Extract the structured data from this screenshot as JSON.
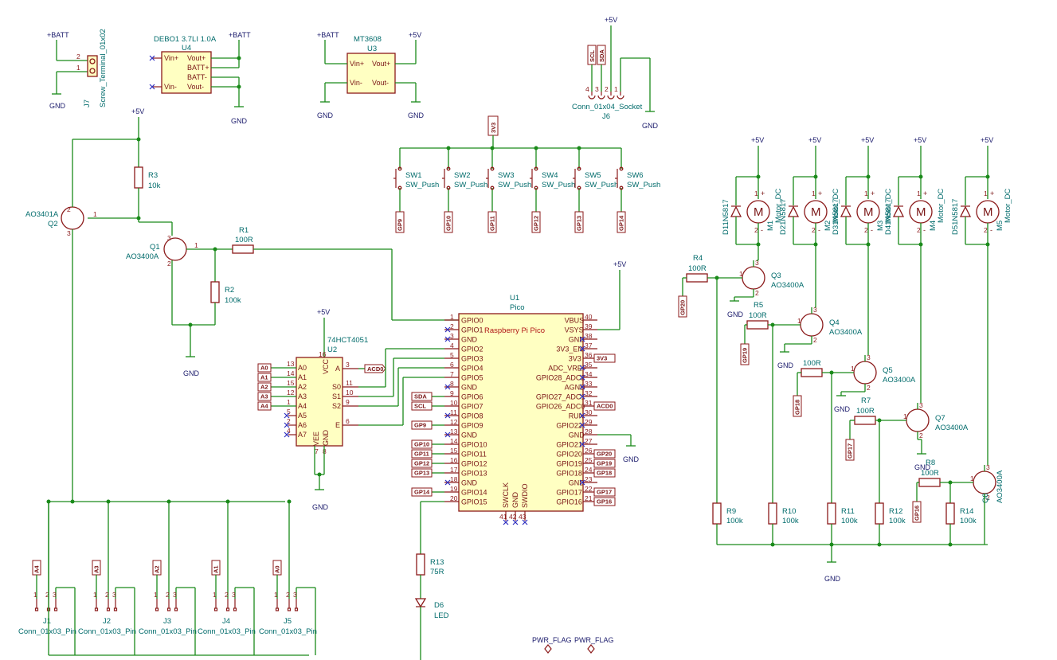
{
  "power": {
    "batt": "+BATT",
    "gnd": "GND",
    "v5": "+5V",
    "pwr_flag": "PWR_FLAG"
  },
  "u4": {
    "ref": "U4",
    "value": "DEBO1 3.7LI 1.0A",
    "pins": [
      "Vin+",
      "Vout+",
      "BATT+",
      "BATT-",
      "Vin-",
      "Vout-"
    ]
  },
  "u3": {
    "ref": "U3",
    "value": "MT3608",
    "pins": [
      "Vin+",
      "Vout+",
      "Vin-",
      "Vout-"
    ]
  },
  "j7": {
    "ref": "J7",
    "value": "Screw_Terminal_01x02",
    "pins": [
      "2",
      "1"
    ]
  },
  "j6": {
    "ref": "J6",
    "value": "Conn_01x04_Socket",
    "labels": [
      "SCL",
      "SDA"
    ],
    "pins": [
      "4",
      "3",
      "2",
      "1"
    ]
  },
  "q2": {
    "ref": "Q2",
    "value": "AO3401A"
  },
  "q1": {
    "ref": "Q1",
    "value": "AO3400A"
  },
  "r3": {
    "ref": "R3",
    "value": "10k"
  },
  "r1": {
    "ref": "R1",
    "value": "100R"
  },
  "r2": {
    "ref": "R2",
    "value": "100k"
  },
  "r13": {
    "ref": "R13",
    "value": "75R"
  },
  "d6": {
    "ref": "D6",
    "value": "LED"
  },
  "switches": [
    {
      "ref": "SW1",
      "value": "SW_Push",
      "net": "GP9"
    },
    {
      "ref": "SW2",
      "value": "SW_Push",
      "net": "GP10"
    },
    {
      "ref": "SW3",
      "value": "SW_Push",
      "net": "GP11"
    },
    {
      "ref": "SW4",
      "value": "SW_Push",
      "net": "GP12"
    },
    {
      "ref": "SW5",
      "value": "SW_Push",
      "net": "GP13"
    },
    {
      "ref": "SW6",
      "value": "SW_Push",
      "net": "GP14"
    }
  ],
  "sw_net": "3V3",
  "u2": {
    "ref": "U2",
    "value": "74HCT4051",
    "inputs": [
      "A0",
      "A1",
      "A2",
      "A3",
      "A4",
      "A5",
      "A6",
      "A7"
    ],
    "input_nums": [
      "13",
      "14",
      "15",
      "12",
      "1",
      "5",
      "2",
      "4"
    ],
    "labels": [
      "A0",
      "A1",
      "A2",
      "A3",
      "A4"
    ],
    "vcc": "VCC",
    "vee": "VEE",
    "gnd": "GND",
    "right": [
      "A",
      "S0",
      "S1",
      "S2",
      "E"
    ],
    "right_nums": [
      "3",
      "11",
      "10",
      "9",
      "6"
    ],
    "vcc_num": "16",
    "vee_num": "7",
    "gnd_num": "8",
    "out_label": "ACD0"
  },
  "u1": {
    "ref": "U1",
    "value": "Pico",
    "title": "Raspberry Pi Pico",
    "left": [
      "GPIO0",
      "GPIO1",
      "GND",
      "GPIO2",
      "GPIO3",
      "GPIO4",
      "GPIO5",
      "GND",
      "GPIO6",
      "GPIO7",
      "GPIO8",
      "GPIO9",
      "GND",
      "GPIO10",
      "GPIO11",
      "GPIO12",
      "GPIO13",
      "GND",
      "GPIO14",
      "GPIO15"
    ],
    "left_nums": [
      "1",
      "2",
      "3",
      "4",
      "5",
      "6",
      "7",
      "8",
      "9",
      "10",
      "11",
      "12",
      "13",
      "14",
      "15",
      "16",
      "17",
      "18",
      "19",
      "20"
    ],
    "right": [
      "VBUS",
      "VSYS",
      "GND",
      "3V3_EN",
      "3V3",
      "ADC_VREF",
      "GPIO28_ADC2",
      "AGND",
      "GPIO27_ADC1",
      "GPIO26_ADC0",
      "RUN",
      "GPIO22",
      "GND",
      "GPIO21",
      "GPIO20",
      "GPIO19",
      "GPIO18",
      "GND",
      "GPIO17",
      "GPIO16"
    ],
    "right_nums": [
      "40",
      "39",
      "38",
      "37",
      "36",
      "35",
      "34",
      "33",
      "32",
      "31",
      "30",
      "29",
      "28",
      "27",
      "26",
      "25",
      "24",
      "23",
      "22",
      "21"
    ],
    "bottom": [
      "SWCLK",
      "GND",
      "SWDIO"
    ],
    "bottom_nums": [
      "41",
      "42",
      "43"
    ],
    "net_left": [
      "SDA",
      "SCL",
      "GP9",
      "GP10",
      "GP11",
      "GP12",
      "GP13",
      "GP14"
    ],
    "net_right": [
      "3V3",
      "ACD0",
      "GP20",
      "GP19",
      "GP18",
      "GP17",
      "GP16"
    ]
  },
  "motors": [
    {
      "diode": "D1",
      "diode_val": "1N5817",
      "motor": "M1",
      "motor_val": "Motor_DC"
    },
    {
      "diode": "D2",
      "diode_val": "1N5817",
      "motor": "M2",
      "motor_val": "Motor_DC"
    },
    {
      "diode": "D3",
      "diode_val": "1N5817",
      "motor": "M3",
      "motor_val": "Motor_DC"
    },
    {
      "diode": "D4",
      "diode_val": "1N5817",
      "motor": "M4",
      "motor_val": "Motor_DC"
    },
    {
      "diode": "D5",
      "diode_val": "1N5817",
      "motor": "M5",
      "motor_val": "Motor_DC"
    }
  ],
  "drivers": [
    {
      "q": "Q3",
      "q_val": "AO3400A",
      "r": "R4",
      "r_val": "100R",
      "net": "GP20",
      "rp": "R9",
      "rp_val": "100k"
    },
    {
      "q": "Q4",
      "q_val": "AO3400A",
      "r": "R5",
      "r_val": "100R",
      "net": "GP19",
      "rp": "R10",
      "rp_val": "100k"
    },
    {
      "q": "Q5",
      "q_val": "AO3400A",
      "r": "",
      "r_val": "100R",
      "net": "GP18",
      "rp": "R11",
      "rp_val": "100k"
    },
    {
      "q": "Q7",
      "q_val": "AO3400A",
      "r": "R7",
      "r_val": "100R",
      "net": "GP17",
      "rp": "R12",
      "rp_val": "100k"
    },
    {
      "q": "Q8",
      "q_val": "AO3400A",
      "r": "R8",
      "r_val": "100R",
      "net": "GP16",
      "rp": "R14",
      "rp_val": "100k"
    }
  ],
  "conns": [
    {
      "ref": "J1",
      "value": "Conn_01x03_Pin",
      "net": "A4"
    },
    {
      "ref": "J2",
      "value": "Conn_01x03_Pin",
      "net": "A3"
    },
    {
      "ref": "J3",
      "value": "Conn_01x03_Pin",
      "net": "A2"
    },
    {
      "ref": "J4",
      "value": "Conn_01x03_Pin",
      "net": "A1"
    },
    {
      "ref": "J5",
      "value": "Conn_01x03_Pin",
      "net": "A0"
    }
  ],
  "pin_numbers": {
    "one": "1",
    "two": "2",
    "three": "3"
  }
}
